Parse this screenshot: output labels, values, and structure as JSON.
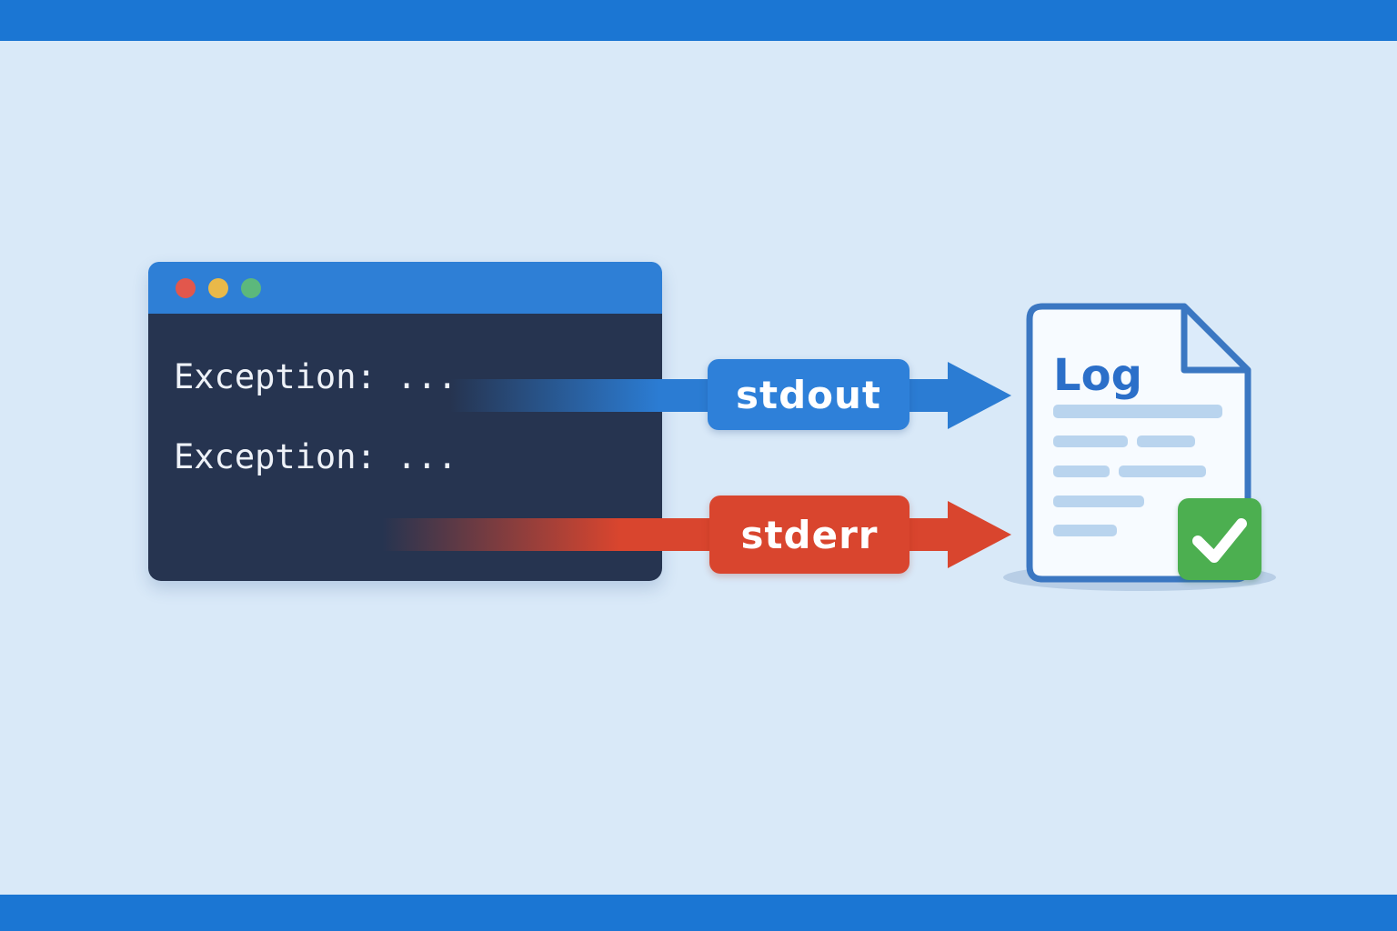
{
  "scene": {
    "background_color": "#d9e9f8",
    "band_color": "#1b76d3"
  },
  "terminal": {
    "titlebar_color": "#2e7fd6",
    "body_color": "#263450",
    "traffic_light_colors": {
      "close": "#e2574c",
      "minimize": "#e9b949",
      "zoom": "#5cb87c"
    },
    "lines": [
      {
        "text": "Exception: ..."
      },
      {
        "text": "Exception: ..."
      }
    ]
  },
  "streams": {
    "stdout": {
      "label": "stdout",
      "color": "#2b7cd3"
    },
    "stderr": {
      "label": "stderr",
      "color": "#d9452e"
    }
  },
  "log_file": {
    "title": "Log",
    "outline_color": "#3b77c2",
    "title_color": "#2b6fc9",
    "text_line_color": "#b9d4ee",
    "checkmark_color": "#4caf50"
  }
}
